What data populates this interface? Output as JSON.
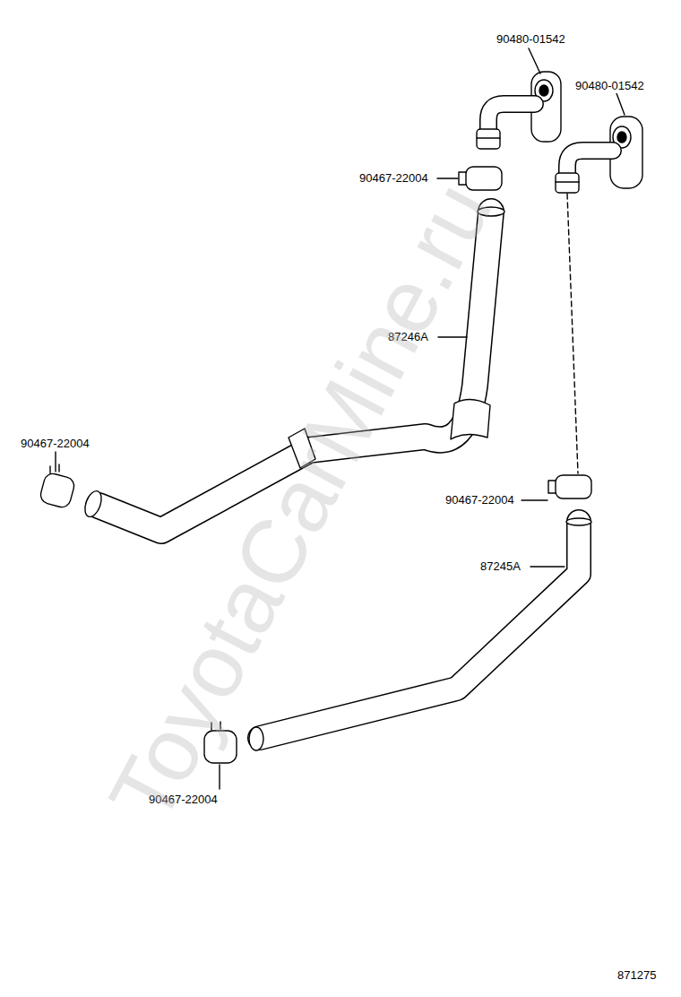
{
  "diagram": {
    "labels": [
      "90480-01542",
      "90480-01542",
      "90467-22004",
      "87246A",
      "90467-22004",
      "90467-22004",
      "87245A",
      "90467-22004",
      "871275",
      "ToyotaCarMine.ru"
    ]
  }
}
